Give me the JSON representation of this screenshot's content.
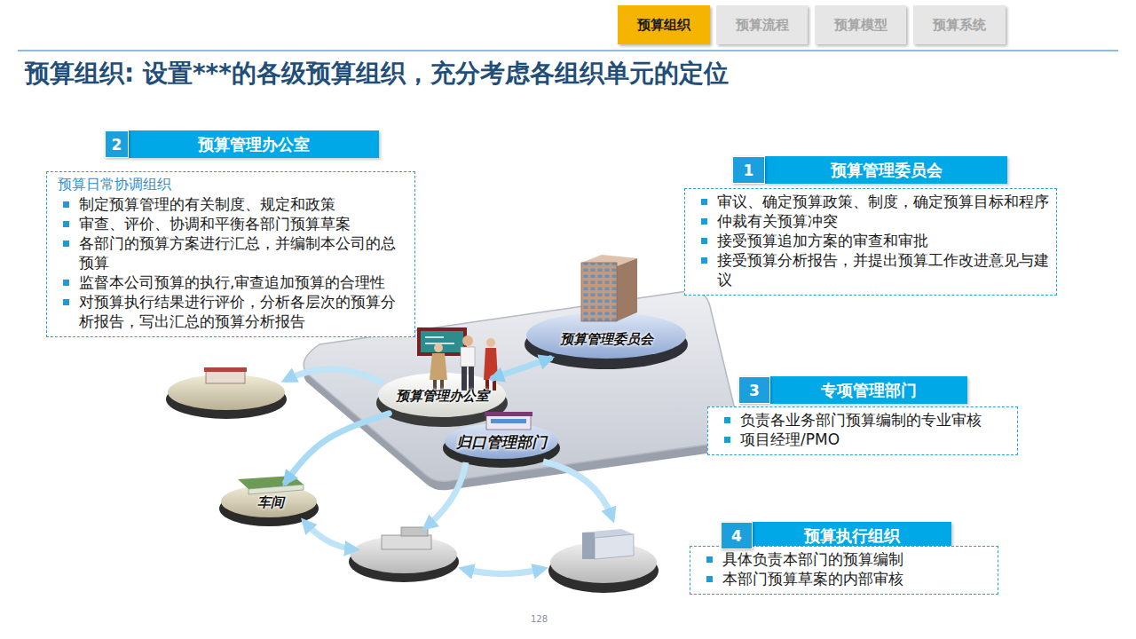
{
  "diagram": {
    "title": "预算组织: 设置***的各级预算组织，充分考虑各组织单元的定位",
    "nodes": [
      {
        "text": [
          "预算组织"
        ]
      },
      {
        "text": [
          "预算流程"
        ]
      },
      {
        "text": [
          "预算模型"
        ]
      },
      {
        "text": [
          "预算系统"
        ]
      },
      {
        "text": [
          "预算管理办公室"
        ]
      },
      {
        "text": [
          "预算日常协调组织",
          "制定预算管理的有关制度、规定和政策",
          "审查、评价、协调和平衡各部门预算草案",
          "各部门的预算方案进行汇总，并编制本公司的总预算",
          "监督本公司预算的执行,审查追加预算的合理性",
          "对预算执行结果进行评价，分析各层次的预算分析报告，写出汇总的预算分析报告"
        ]
      },
      {
        "text": [
          "预算管理委员会"
        ]
      },
      {
        "text": [
          "审议、确定预算政策、制度，确定预算目标和程序",
          "仲裁有关预算冲突",
          "接受预算追加方案的审查和审批",
          "接受预算分析报告，并提出预算工作改进意见与建议"
        ]
      },
      {
        "text": [
          "预算管理委员会"
        ]
      },
      {
        "text": [
          "预算管理办公室"
        ]
      },
      {
        "text": [
          "专项管理部门"
        ]
      },
      {
        "text": [
          "负责各业务部门预算编制的专业审核",
          "项目经理/PMO"
        ]
      },
      {
        "text": [
          "归口管理部门"
        ]
      },
      {
        "text": [
          "车间"
        ]
      },
      {
        "text": [
          "预算执行组织"
        ]
      },
      {
        "text": [
          "具体负责本部门的预算编制",
          "本部门预算草案的内部审核"
        ]
      }
    ],
    "edges": [
      {
        "from": 8,
        "to": 9,
        "arrow": "both"
      },
      {
        "from": 9,
        "to": 13,
        "arrow": "to"
      }
    ],
    "labels": [
      "2",
      "1",
      "3",
      "4",
      "128"
    ]
  }
}
